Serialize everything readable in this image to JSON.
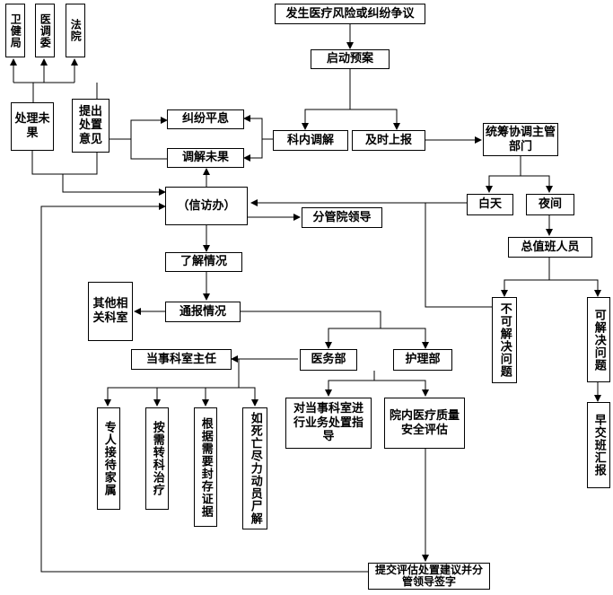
{
  "nodes": {
    "weijianju": "卫健局",
    "yitiaowei": "医调委",
    "fayuan": "法院",
    "chuli_weiguo": "处理未果",
    "tichu_yijian": "提出处置意见",
    "jiufen_pingxi": "纠纷平息",
    "tiaojie_weiguo": "调解未果",
    "fasheng": "发生医疗风险或纠纷争议",
    "qidong": "启动预案",
    "kenei_tiaojie": "科内调解",
    "jishi_shangbao": "及时上报",
    "tongchou": "统筹协调主管部门",
    "baitian": "白天",
    "yejian": "夜间",
    "zongzhiban": "总值班人员",
    "xinfangban": "（信访办）",
    "fenguan": "分管院领导",
    "liaojie": "了解情况",
    "qita": "其他相关科室",
    "tongbao": "通报情况",
    "bukejiejue": "不可解决问题",
    "kejiejue": "可解决问题",
    "zaojiaoban": "早交班汇报",
    "dangshi": "当事科室主任",
    "yiwubu": "医务部",
    "hulibu": "护理部",
    "zhuanren": "专人接待家属",
    "anxu": "按需转科治疗",
    "genju": "根据需要封存证据",
    "rusiwang": "如死亡尽力动员尸解",
    "duidangshi": "对当事科室进行业务处置指导",
    "yuannei": "院内医疗质量安全评估",
    "tijiao": "提交评估处置建议并分管领导签字"
  }
}
